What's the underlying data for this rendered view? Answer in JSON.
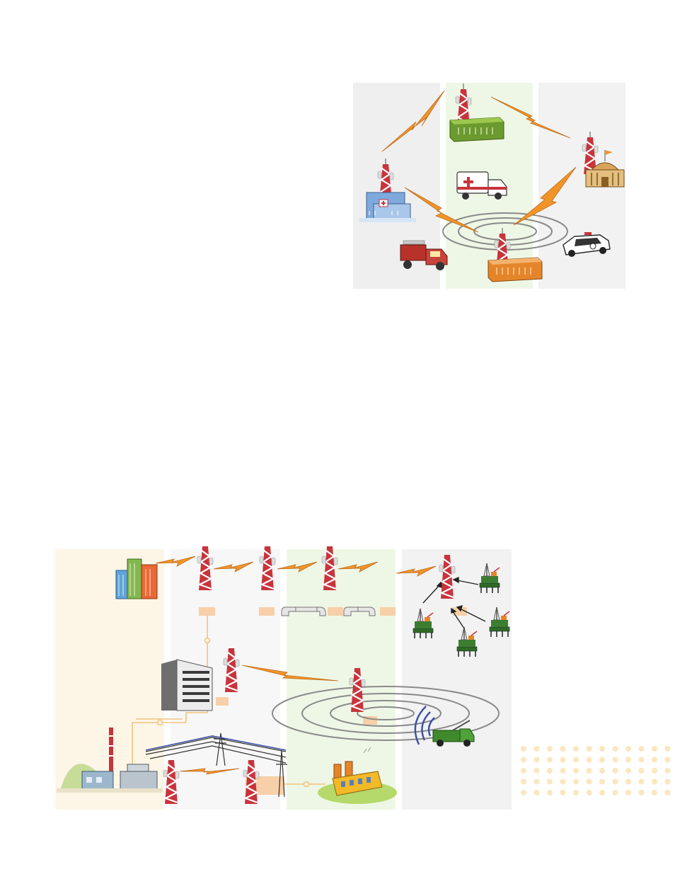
{
  "colors": {
    "panel_grey": "#efefef",
    "panel_green": "#eef7e5",
    "panel_cream": "#fdf6e7",
    "panel_light": "#f7f7f7",
    "bolt_orange": "#f0942a",
    "tower_red": "#c8343c",
    "label_peach": "#f7cfa8",
    "dot_yellow": "#fbe7bf",
    "fiber_line": "#f4c27c",
    "ripple_grey": "#8a8a8a",
    "signal_blue": "#3b4fa8"
  },
  "top_diagram": {
    "panels": [
      "left-grey-panel",
      "center-green-panel",
      "right-grey-panel"
    ],
    "icons": [
      "hospital-icon",
      "ambulance-icon",
      "fire-truck-icon",
      "police-car-icon",
      "government-building-icon",
      "green-data-center-icon",
      "orange-data-center-icon"
    ]
  },
  "bottom_diagram": {
    "panels": [
      "cream-panel",
      "light-grey-panel",
      "green-panel",
      "grey-panel"
    ],
    "icons": [
      "city-buildings-icon",
      "office-building-icon",
      "power-plant-icon",
      "factory-icon",
      "transmission-tower-icon",
      "utility-truck-icon",
      "oil-platform-icon",
      "pipeline-icon"
    ]
  }
}
